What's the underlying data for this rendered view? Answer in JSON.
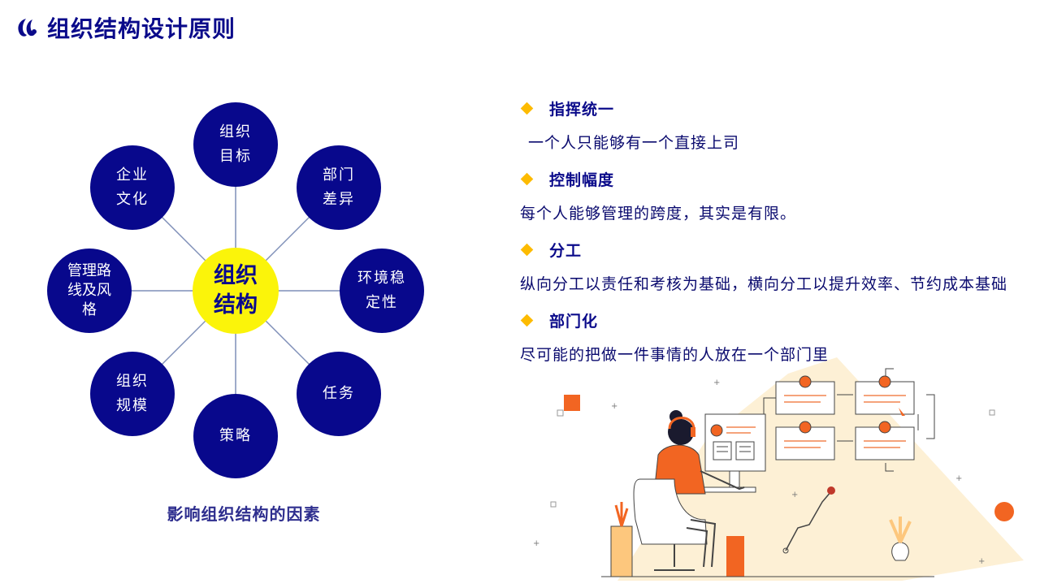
{
  "header": {
    "title": "组织结构设计原则"
  },
  "diagram": {
    "center": "组织\n结构",
    "nodes": [
      {
        "label": "组织\n目标"
      },
      {
        "label": "部门\n差异"
      },
      {
        "label": "环境稳\n定性"
      },
      {
        "label": "任务"
      },
      {
        "label": "策略"
      },
      {
        "label": "组织\n规模"
      },
      {
        "label": "管理路\n线及风\n格"
      },
      {
        "label": "企业\n文化"
      }
    ],
    "caption": "影响组织结构的因素"
  },
  "principles": [
    {
      "title": "指挥统一",
      "desc": "一个人只能够有一个直接上司"
    },
    {
      "title": "控制幅度",
      "desc": "每个人能够管理的跨度，其实是有限。"
    },
    {
      "title": "分工",
      "desc": "纵向分工以责任和考核为基础，横向分工以提升效率、节约成本基础"
    },
    {
      "title": "部门化",
      "desc": "尽可能的把做一件事情的人放在一个部门里"
    }
  ],
  "colors": {
    "navy": "#08088c",
    "yellow": "#fbf40a",
    "bullet": "#fdbb00",
    "accent": "#f26522"
  },
  "icons": {
    "logo": "brand-logo-icon",
    "bullet": "diamond-bullet-icon"
  }
}
